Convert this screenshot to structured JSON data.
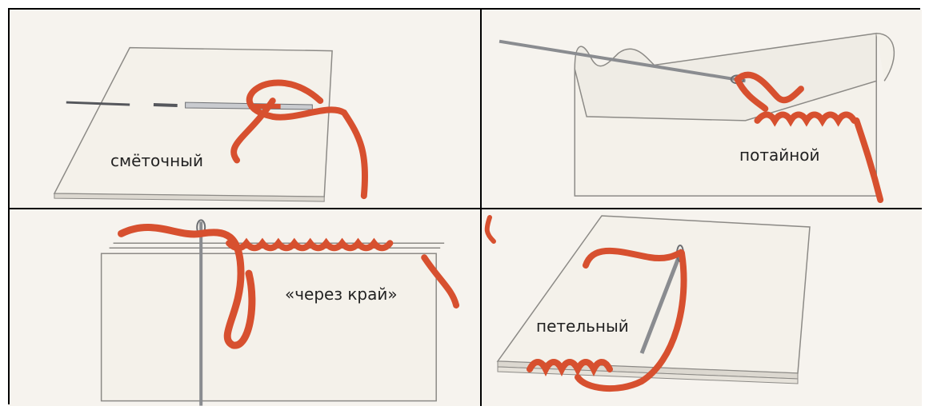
{
  "panels": [
    {
      "id": "basting",
      "label": "смёточный"
    },
    {
      "id": "blind",
      "label": "потайной"
    },
    {
      "id": "overcast",
      "label": "«через край»"
    },
    {
      "id": "buttonhole",
      "label": "петельный"
    }
  ],
  "colors": {
    "thread": "#d7502f",
    "thread_dark": "#b73b21",
    "fabric": "#f4f1ea",
    "fabric_edge": "#9a9690",
    "needle": "#8a8c90"
  }
}
